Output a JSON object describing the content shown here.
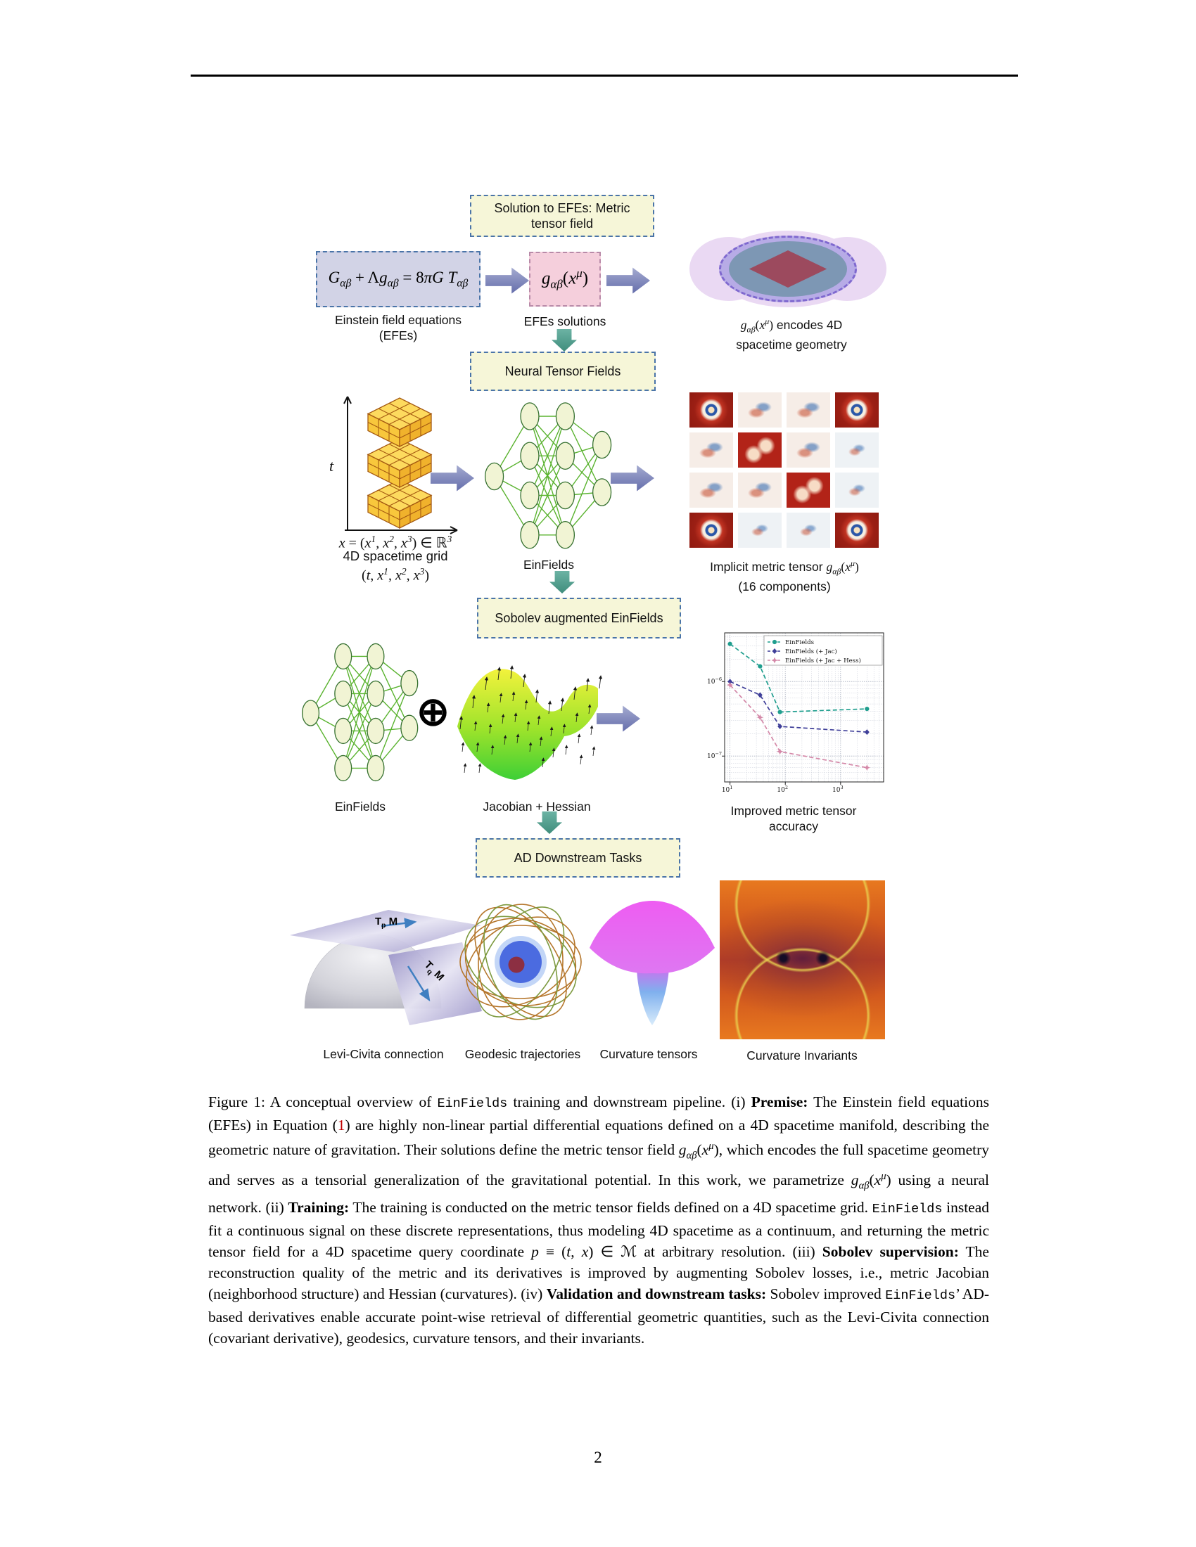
{
  "page": {
    "number": "2"
  },
  "colors": {
    "box_bg": "#f6f6d8",
    "box_border": "#4a74a8",
    "eq_box_bg": "#d2d3e6",
    "metric_box_bg": "#f5cfdc",
    "arrow_blue": "#5f68a8",
    "arrow_teal": "#3f8d7c",
    "network_green": "#5ab32f",
    "cube_yellow": "#fcd044",
    "ref_red": "#c00000"
  },
  "figure": {
    "boxes": {
      "solution": "Solution to EFEs: Metric tensor field",
      "neural": "Neural Tensor Fields",
      "sobolev": "Sobolev augmented EinFields",
      "ad": "AD Downstream Tasks"
    },
    "equations": {
      "efe": [
        {
          "t": "G",
          "s": "i"
        },
        {
          "t": "αβ",
          "s": "sub"
        },
        {
          "t": " + Λ",
          "s": "sr"
        },
        {
          "t": "g",
          "s": "i"
        },
        {
          "t": "αβ",
          "s": "sub"
        },
        {
          "t": " = 8",
          "s": "sr"
        },
        {
          "t": "πG T",
          "s": "i"
        },
        {
          "t": "αβ",
          "s": "sub"
        }
      ],
      "metric": [
        {
          "t": "g",
          "s": "i"
        },
        {
          "t": "αβ",
          "s": "sub"
        },
        {
          "t": "(",
          "s": "sr"
        },
        {
          "t": "x",
          "s": "i"
        },
        {
          "t": "μ",
          "s": "sup"
        },
        {
          "t": ")",
          "s": "sr"
        }
      ]
    },
    "labels": {
      "efe_line1": "Einstein field equations",
      "efe_line2": "(EFEs)",
      "solutions": "EFEs solutions",
      "encodes_line1": [
        {
          "t": "g",
          "s": "i"
        },
        {
          "t": "αβ",
          "s": "sub"
        },
        {
          "t": "(",
          "s": "sr"
        },
        {
          "t": "x",
          "s": "i"
        },
        {
          "t": "μ",
          "s": "sup"
        },
        {
          "t": ")",
          "s": "sr"
        },
        {
          "t": " encodes 4D",
          "s": "n"
        }
      ],
      "encodes_line2": "spacetime geometry",
      "t_axis": "t",
      "grid_coord": [
        {
          "t": "x",
          "s": "i"
        },
        {
          "t": " = (",
          "s": "sr"
        },
        {
          "t": "x",
          "s": "i"
        },
        {
          "t": "1",
          "s": "sup"
        },
        {
          "t": ", ",
          "s": "sr"
        },
        {
          "t": "x",
          "s": "i"
        },
        {
          "t": "2",
          "s": "sup"
        },
        {
          "t": ", ",
          "s": "sr"
        },
        {
          "t": "x",
          "s": "i"
        },
        {
          "t": "3",
          "s": "sup"
        },
        {
          "t": ") ∈ ℝ",
          "s": "sr"
        },
        {
          "t": "3",
          "s": "sup"
        }
      ],
      "grid_label": "4D spacetime grid",
      "grid_tuple": [
        {
          "t": "(",
          "s": "sr"
        },
        {
          "t": "t",
          "s": "i"
        },
        {
          "t": ", ",
          "s": "sr"
        },
        {
          "t": "x",
          "s": "i"
        },
        {
          "t": "1",
          "s": "sup"
        },
        {
          "t": ", ",
          "s": "sr"
        },
        {
          "t": "x",
          "s": "i"
        },
        {
          "t": "2",
          "s": "sup"
        },
        {
          "t": ", ",
          "s": "sr"
        },
        {
          "t": "x",
          "s": "i"
        },
        {
          "t": "3",
          "s": "sup"
        },
        {
          "t": ")",
          "s": "sr"
        }
      ],
      "einfields_row2": "EinFields",
      "implicit_line1": [
        {
          "t": "Implicit metric tensor ",
          "s": "n"
        },
        {
          "t": "g",
          "s": "i"
        },
        {
          "t": "αβ",
          "s": "sub"
        },
        {
          "t": "(",
          "s": "sr"
        },
        {
          "t": "x",
          "s": "i"
        },
        {
          "t": "μ",
          "s": "sup"
        },
        {
          "t": ")",
          "s": "sr"
        }
      ],
      "implicit_line2": "(16 components)",
      "einfields_row3": "EinFields",
      "oplus": "⊕",
      "jac_hess": "Jacobian + Hessian",
      "improved_line1": "Improved metric tensor",
      "improved_line2": "accuracy",
      "tangent_p": [
        {
          "t": "T",
          "s": "b"
        },
        {
          "t": "p",
          "s": "bsub"
        },
        {
          "t": " M",
          "s": "b"
        }
      ],
      "tangent_q": [
        {
          "t": "T",
          "s": "b"
        },
        {
          "t": "q",
          "s": "bsub"
        },
        {
          "t": " M",
          "s": "b"
        }
      ],
      "levi": "Levi-Civita connection",
      "geodesic": "Geodesic trajectories",
      "curv_tensors": "Curvature tensors",
      "curv_invariants": "Curvature Invariants"
    }
  },
  "chart_data": {
    "type": "line",
    "xscale": "log",
    "yscale": "log",
    "xlim": [
      8,
      6000
    ],
    "ylim": [
      4.5e-08,
      4.5e-06
    ],
    "x": [
      10,
      35,
      80,
      3000
    ],
    "series": [
      {
        "name": "EinFields",
        "color": "#1f9e8e",
        "marker": "circle",
        "values": [
          3.2e-06,
          1.6e-06,
          3.9e-07,
          4.3e-07
        ]
      },
      {
        "name": "EinFields (+ Jac)",
        "color": "#3f3f99",
        "marker": "diamond",
        "values": [
          1e-06,
          6.6e-07,
          2.5e-07,
          2.1e-07
        ]
      },
      {
        "name": "EinFields (+ Jac + Hess)",
        "color": "#d488a8",
        "marker": "star",
        "values": [
          9e-07,
          3.3e-07,
          1.15e-07,
          7e-08
        ]
      }
    ],
    "xticks": [
      {
        "v": 10,
        "exp": "1"
      },
      {
        "v": 100,
        "exp": "2"
      },
      {
        "v": 1000,
        "exp": "3"
      }
    ],
    "yticks": [
      {
        "v": 1e-06,
        "exp": "−6"
      },
      {
        "v": 1e-07,
        "exp": "−7"
      }
    ],
    "grid": true,
    "legend_position": "upper right inside",
    "title": "Improved metric tensor accuracy"
  },
  "caption": {
    "segments": [
      {
        "t": "Figure 1: A conceptual overview of ",
        "s": "n"
      },
      {
        "t": "EinFields",
        "s": "m"
      },
      {
        "t": " training and downstream pipeline. (i) ",
        "s": "n"
      },
      {
        "t": "Premise:",
        "s": "b"
      },
      {
        "t": " The Einstein field equations (EFEs) in Equation (",
        "s": "n"
      },
      {
        "t": "1",
        "s": "r"
      },
      {
        "t": ") are highly non-linear partial differential equations defined on a 4D spacetime manifold, describing the geometric nature of gravitation. Their solutions define the metric tensor field ",
        "s": "n"
      },
      {
        "t": "g",
        "s": "i"
      },
      {
        "t": "αβ",
        "s": "sub"
      },
      {
        "t": "(",
        "s": "n"
      },
      {
        "t": "x",
        "s": "i"
      },
      {
        "t": "μ",
        "s": "sup"
      },
      {
        "t": ")",
        "s": "n"
      },
      {
        "t": ", which encodes the full spacetime geometry and serves as a tensorial generalization of the gravitational potential. In this work, we parametrize ",
        "s": "n"
      },
      {
        "t": "g",
        "s": "i"
      },
      {
        "t": "αβ",
        "s": "sub"
      },
      {
        "t": "(",
        "s": "n"
      },
      {
        "t": "x",
        "s": "i"
      },
      {
        "t": "μ",
        "s": "sup"
      },
      {
        "t": ")",
        "s": "n"
      },
      {
        "t": " using a neural network. (ii) ",
        "s": "n"
      },
      {
        "t": "Training:",
        "s": "b"
      },
      {
        "t": " The training is conducted on the metric tensor fields defined on a 4D spacetime grid. ",
        "s": "n"
      },
      {
        "t": "EinFields",
        "s": "m"
      },
      {
        "t": " instead fit a continuous signal on these discrete representations, thus modeling 4D spacetime as a continuum, and returning the metric tensor field for a 4D spacetime query coordinate ",
        "s": "n"
      },
      {
        "t": "p",
        "s": "i"
      },
      {
        "t": " ≡ (",
        "s": "n"
      },
      {
        "t": "t",
        "s": "i"
      },
      {
        "t": ", ",
        "s": "n"
      },
      {
        "t": "x",
        "s": "i"
      },
      {
        "t": ") ∈ ℳ",
        "s": "n"
      },
      {
        "t": " at arbitrary resolution. (iii) ",
        "s": "n"
      },
      {
        "t": "Sobolev supervision:",
        "s": "b"
      },
      {
        "t": " The reconstruction quality of the metric and its derivatives is improved by augmenting Sobolev losses, i.e., metric Jacobian (neighborhood structure) and Hessian (curvatures). (iv) ",
        "s": "n"
      },
      {
        "t": "Validation and downstream tasks:",
        "s": "b"
      },
      {
        "t": " Sobolev improved ",
        "s": "n"
      },
      {
        "t": "EinFields",
        "s": "m"
      },
      {
        "t": "’ AD-based derivatives enable accurate point-wise retrieval of differential geometric quantities, such as the Levi-Civita connection (covariant derivative), geodesics, curvature tensors, and their invariants.",
        "s": "n"
      }
    ]
  }
}
